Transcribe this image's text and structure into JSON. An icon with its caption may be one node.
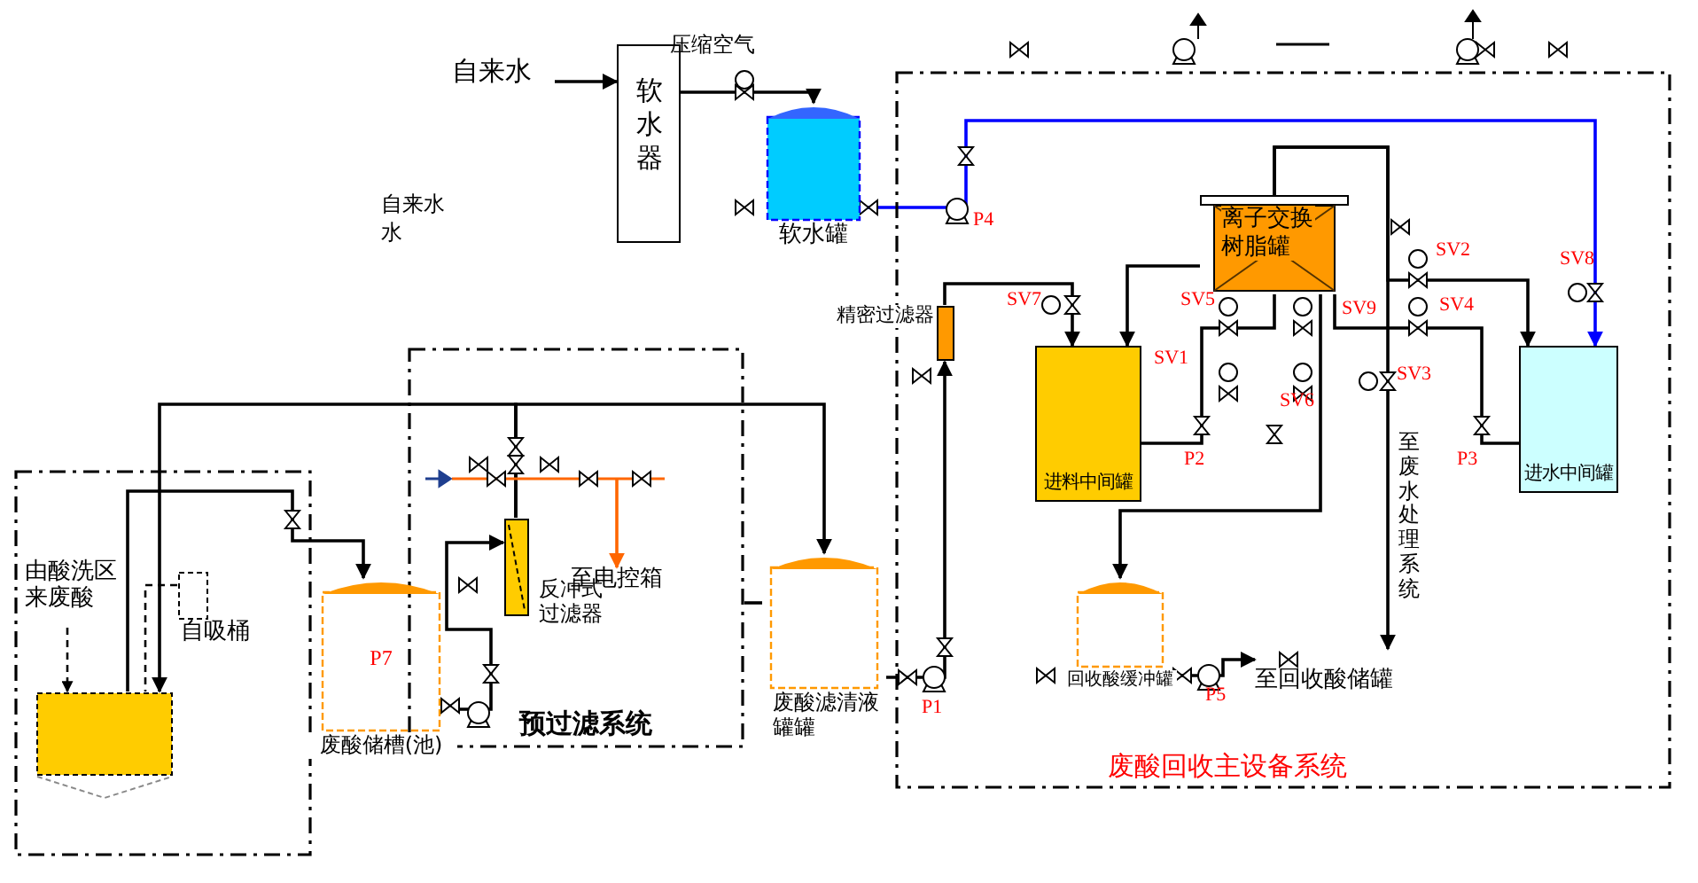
{
  "diagram": {
    "nodes": [
      {
        "text": [
          "自来水"
        ]
      },
      {
        "text": [
          "软水器"
        ]
      },
      {
        "text": [
          "软水罐"
        ]
      },
      {
        "text": [],
        "shape": "box"
      },
      {
        "text": [
          "由酸洗区来废酸"
        ],
        "in": 3
      },
      {
        "text": [],
        "shape": "box",
        "in": 3
      },
      {
        "text": [
          "自吸桶"
        ],
        "in": 3
      },
      {
        "text": [
          "P7",
          "废酸储槽(池)"
        ]
      },
      {
        "text": [
          "预过滤系统"
        ]
      },
      {
        "text": [
          "反冲式过滤器"
        ],
        "in": 8
      },
      {
        "text": [
          "至电控箱"
        ],
        "in": 8
      },
      {
        "text": [
          "废酸滤清液罐罐"
        ]
      },
      {
        "text": [
          "废酸回收主设备系统"
        ]
      },
      {
        "text": [
          "精密过滤器"
        ]
      },
      {
        "text": [
          "离子交换树脂罐"
        ],
        "in": 12
      },
      {
        "text": [
          "进料中间罐"
        ],
        "in": 12
      },
      {
        "text": [
          "进水中间罐"
        ],
        "in": 12
      },
      {
        "text": [
          "回收酸缓冲罐"
        ],
        "in": 12
      },
      {
        "text": [
          "至回收酸储罐"
        ],
        "in": 12
      }
    ],
    "edges": [
      {
        "from": 0,
        "to": 1,
        "arrow": "to"
      },
      {
        "from": 1,
        "to": 2,
        "arrow": "to"
      },
      {
        "from": 2,
        "to": 16,
        "arrow": "to",
        "color": "#0000ff"
      },
      {
        "from": 4,
        "to": 5,
        "arrow": "to",
        "style": "dashed"
      },
      {
        "from": 9,
        "to": 5,
        "arrow": "to"
      },
      {
        "from": 9,
        "to": 11,
        "arrow": "to"
      },
      {
        "from": 5,
        "to": 7,
        "arrow": "to"
      },
      {
        "from": 6,
        "to": 5,
        "arrow": "none",
        "style": "dashed"
      },
      {
        "from": 7,
        "to": 9,
        "arrow": "to"
      },
      {
        "from": null,
        "to": 10,
        "arrow": "to",
        "color": "#ff6600"
      },
      {
        "from": 11,
        "to": 13,
        "arrow": "to"
      },
      {
        "from": 13,
        "to": 15,
        "arrow": "to"
      },
      {
        "from": 15,
        "to": 14,
        "arrow": "none"
      },
      {
        "from": 14,
        "to": 15,
        "arrow": "to"
      },
      {
        "from": 14,
        "to": 16,
        "arrow": "to"
      },
      {
        "from": 14,
        "to": 18,
        "arrow": "to"
      },
      {
        "from": 14,
        "to": 17,
        "arrow": "to"
      },
      {
        "from": 17,
        "to": 18,
        "arrow": "to"
      },
      {
        "from": 16,
        "to": 14,
        "arrow": "none"
      },
      {
        "from": 8,
        "to": 11,
        "arrow": "none"
      }
    ],
    "labels": [
      "压缩空气",
      "自来水水",
      "P4",
      "SV2",
      "SV8",
      "SV7",
      "SV5",
      "SV9",
      "SV4",
      "SV1",
      "SV3",
      "SV6",
      "P2",
      "至废水处理系统",
      "P3",
      "P1",
      "P5"
    ]
  }
}
